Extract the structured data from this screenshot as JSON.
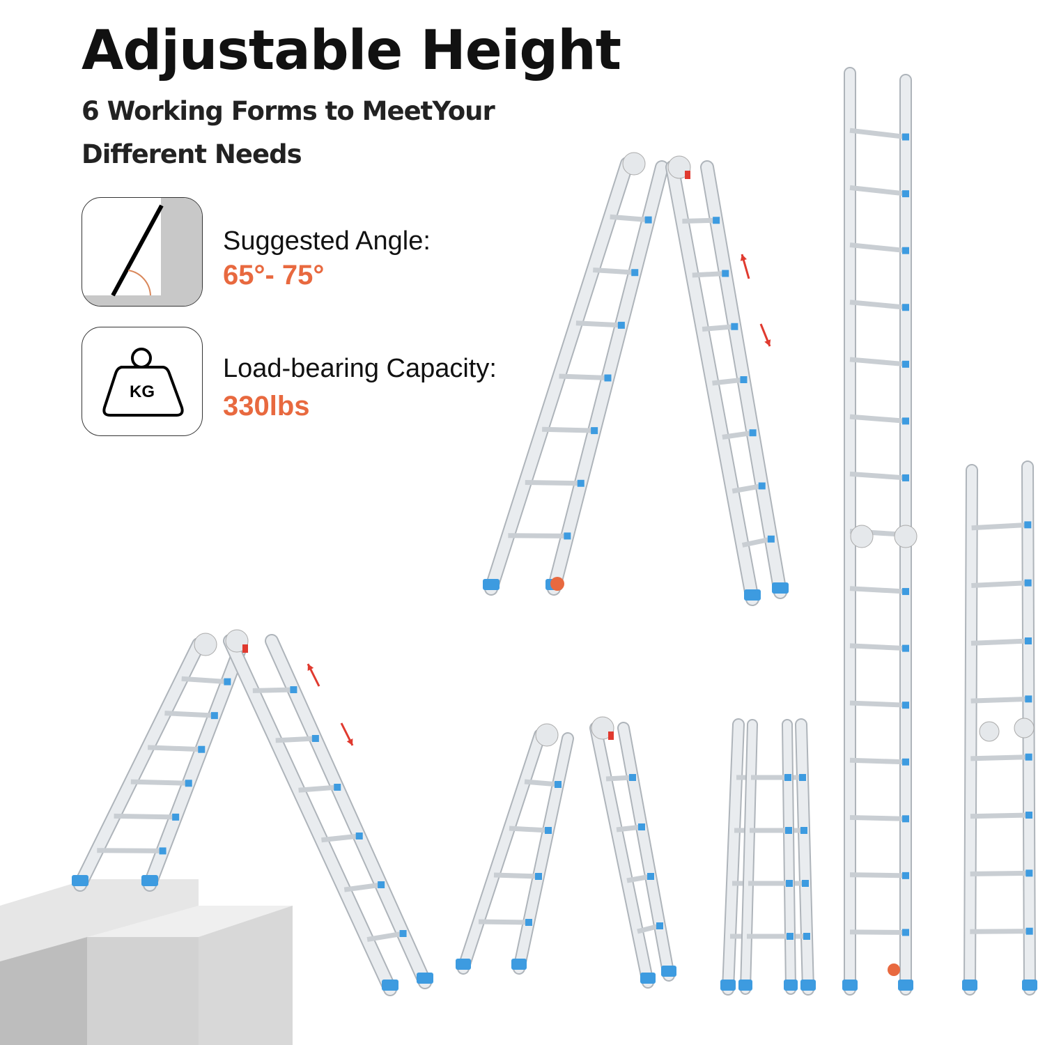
{
  "header": {
    "title": "Adjustable Height",
    "subtitle_line1": "6 Working Forms to MeetYour",
    "subtitle_line2": "Different Needs"
  },
  "features": [
    {
      "icon": "ladder-angle-icon",
      "label": "Suggested Angle:",
      "value": "65°- 75°"
    },
    {
      "icon": "kg-weight-icon",
      "label": "Load-bearing Capacity:",
      "value": "330lbs",
      "icon_text": "KG"
    }
  ],
  "colors": {
    "accent": "#e8693f",
    "ladder_cap": "#3d9be0",
    "hinge_red": "#e03a2f",
    "aluminum": "#d9dde2"
  }
}
